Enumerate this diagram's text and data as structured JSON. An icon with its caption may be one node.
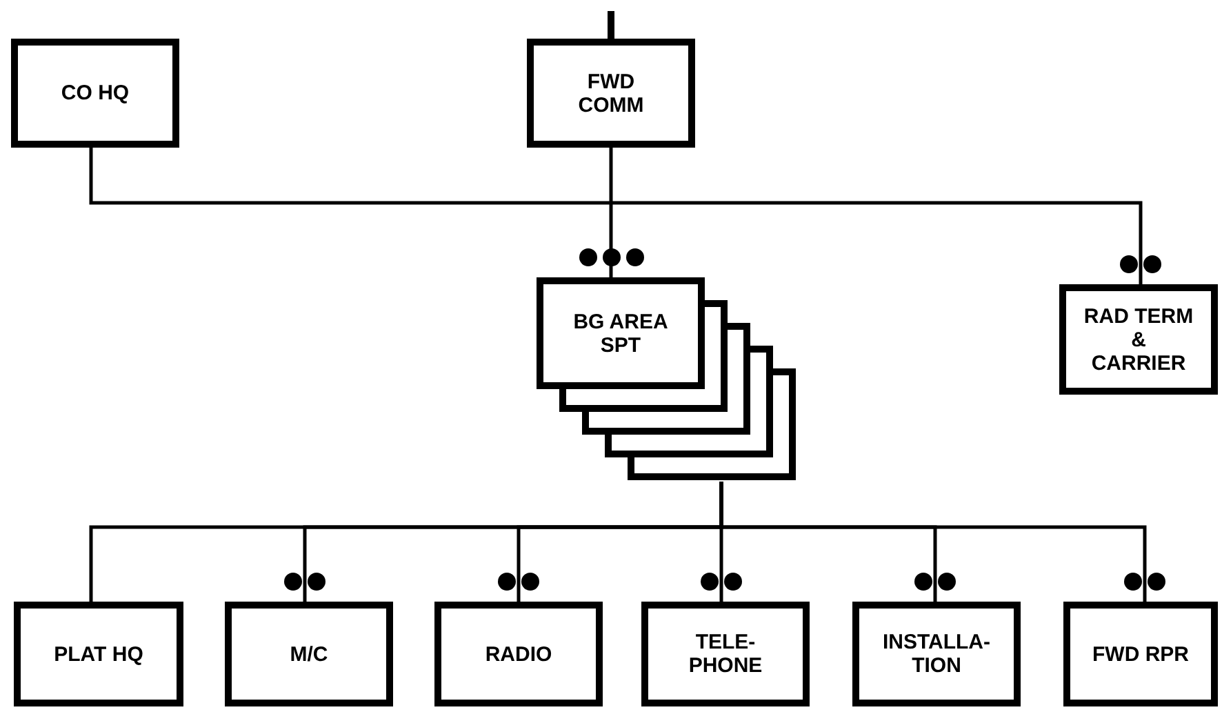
{
  "diagram": {
    "nodes": [
      {
        "text": [
          "CO HQ"
        ]
      },
      {
        "text": [
          "FWD COMM"
        ]
      },
      {
        "text": [
          "BG AREA SPT"
        ]
      },
      {
        "text": [
          "RAD TERM & CARRIER"
        ]
      },
      {
        "text": [
          "PLAT HQ"
        ]
      },
      {
        "text": [
          "M/C"
        ]
      },
      {
        "text": [
          "RADIO"
        ]
      },
      {
        "text": [
          "TELE- PHONE"
        ]
      },
      {
        "text": [
          "INSTALLA- TION"
        ]
      },
      {
        "text": [
          "FWD RPR"
        ]
      }
    ],
    "edges": [
      {
        "from": null,
        "to": 1,
        "arrow": "none",
        "style": "thick"
      },
      {
        "from": 1,
        "to": 2,
        "arrow": "none"
      },
      {
        "from": 0,
        "to": 3,
        "arrow": "none"
      },
      {
        "from": 2,
        "to": 4,
        "arrow": "none"
      },
      {
        "from": 2,
        "to": 5,
        "arrow": "none"
      },
      {
        "from": 2,
        "to": 6,
        "arrow": "none"
      },
      {
        "from": 2,
        "to": 7,
        "arrow": "none"
      },
      {
        "from": 2,
        "to": 8,
        "arrow": "none"
      },
      {
        "from": 2,
        "to": 9,
        "arrow": "none"
      }
    ]
  }
}
